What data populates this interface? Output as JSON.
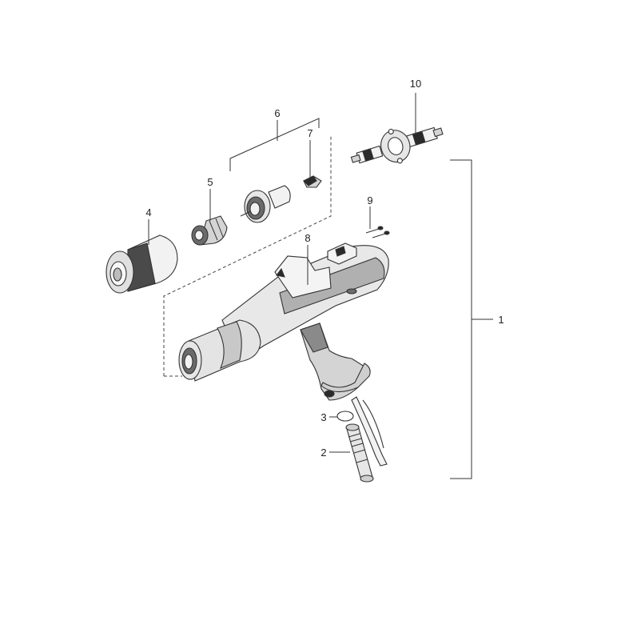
{
  "callouts": [
    {
      "id": "1",
      "text": "1"
    },
    {
      "id": "2",
      "text": "2"
    },
    {
      "id": "3",
      "text": "3"
    },
    {
      "id": "4",
      "text": "4"
    },
    {
      "id": "5",
      "text": "5"
    },
    {
      "id": "6",
      "text": "6"
    },
    {
      "id": "7",
      "text": "7"
    },
    {
      "id": "8",
      "text": "8"
    },
    {
      "id": "9",
      "text": "9"
    },
    {
      "id": "10",
      "text": "10"
    }
  ],
  "colors": {
    "line": "#333333",
    "part_light": "#f2f2f2",
    "part_mid": "#d4d4d4",
    "part_dark": "#6b6b6b",
    "part_black": "#2a2a2a"
  },
  "parts": {
    "nozzle_cap": "part-4",
    "deflector_nozzle": "part-5",
    "electrode_holder": "part-6",
    "electrode_insert": "part-7",
    "gun_body": "part-8",
    "screws": "part-9",
    "cable_connector": "part-10",
    "o_ring": "part-3",
    "hose_connector": "part-2",
    "complete_gun": "part-1"
  }
}
